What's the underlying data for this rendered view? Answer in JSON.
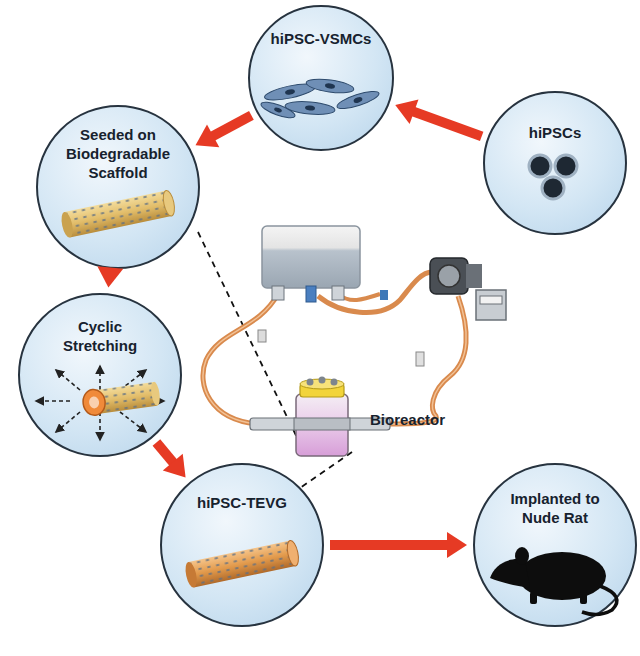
{
  "diagram": {
    "nodes": [
      {
        "text": [
          "hiPSC-VSMCs"
        ]
      },
      {
        "text": [
          "hiPSCs"
        ]
      },
      {
        "text": [
          "Seeded on Biodegradable Scaffold"
        ]
      },
      {
        "text": [
          "Cyclic Stretching"
        ]
      },
      {
        "text": [
          "hiPSC-TEVG"
        ]
      },
      {
        "text": [
          "Implanted to Nude Rat"
        ]
      }
    ],
    "edges": [
      {
        "from": 1,
        "to": 0,
        "arrow": "to"
      },
      {
        "from": 0,
        "to": 2,
        "arrow": "to"
      },
      {
        "from": 2,
        "to": 3,
        "arrow": "to"
      },
      {
        "from": 3,
        "to": 4,
        "arrow": "to"
      },
      {
        "from": 4,
        "to": 5,
        "arrow": "to"
      }
    ],
    "labels": [
      "Bioreactor"
    ]
  }
}
